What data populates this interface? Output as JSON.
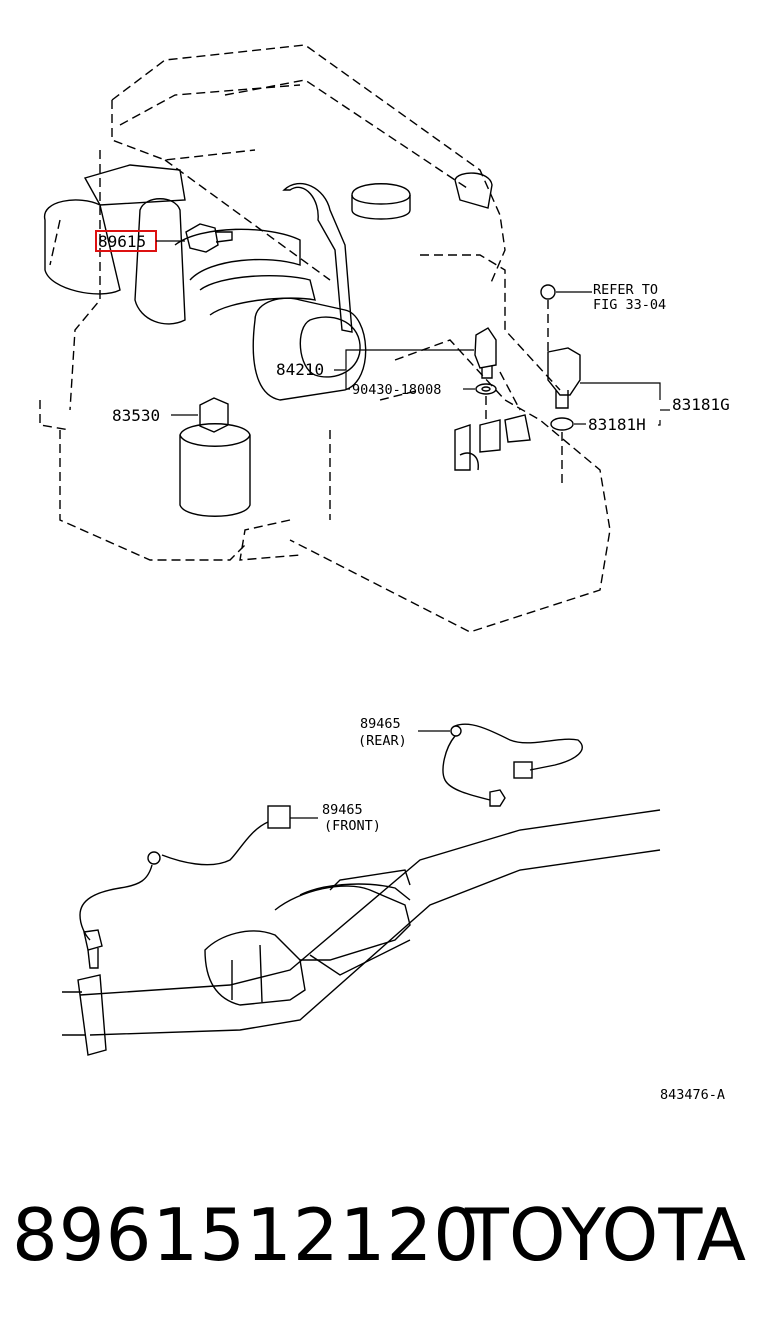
{
  "labels": {
    "p89615": "89615",
    "refer_line1": "REFER TO",
    "refer_line2": "FIG 33-04",
    "p84210": "84210",
    "p90430": "90430-18008",
    "p83181g": "83181G",
    "p83181h": "83181H",
    "p83530": "83530",
    "p89465_rear": "89465",
    "rear": "(REAR)",
    "p89465_front": "89465",
    "front": "(FRONT)",
    "figure_id": "843476-A"
  },
  "caption": {
    "part_number": "8961512120",
    "brand": "TOYOTA"
  },
  "colors": {
    "highlight": "#dd1111",
    "line": "#000000"
  }
}
